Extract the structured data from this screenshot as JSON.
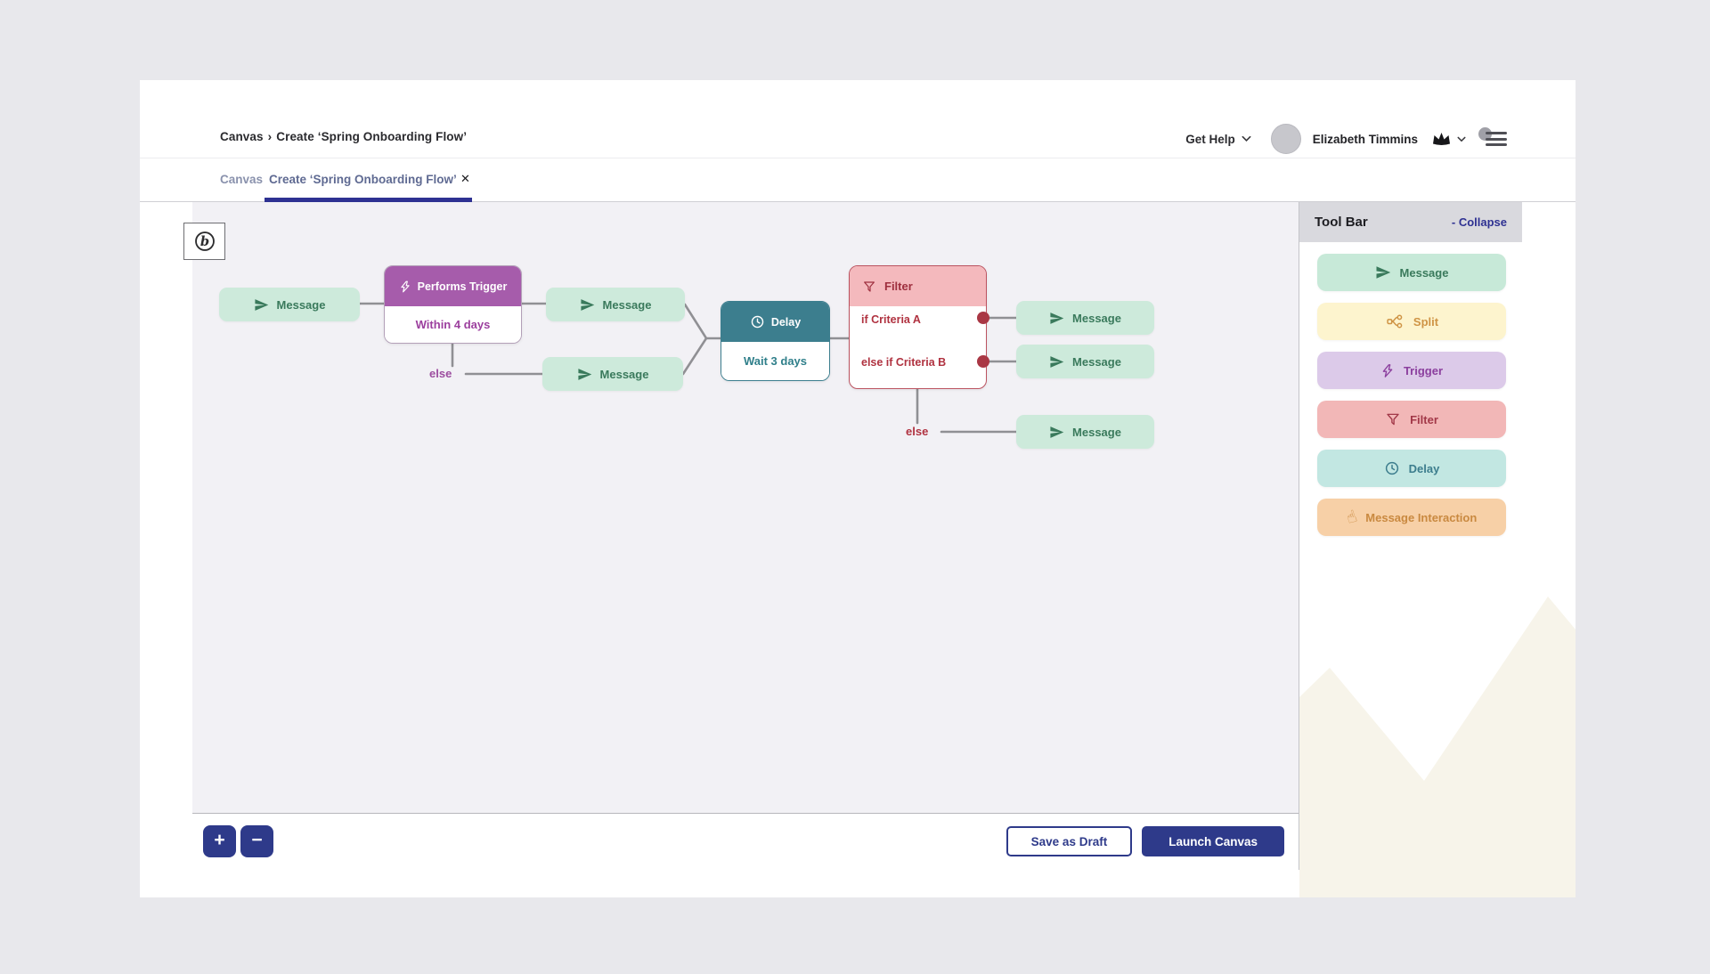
{
  "colors": {
    "accent_navy": "#2e3a8a",
    "tab_underline": "#2e3192",
    "canvas_bg": "#f2f1f5",
    "connector_gray": "#909094",
    "message_bg": "#cdeadb",
    "message_fg": "#3a7a5c",
    "trigger_header_bg": "#a65cab",
    "trigger_fg": "#9c3f9e",
    "trigger_light_bg": "#dccae9",
    "delay_header_bg": "#3c7e8e",
    "delay_fg": "#2f7f8a",
    "delay_light_bg": "#c2e7e2",
    "filter_header_bg": "#f4b9bd",
    "filter_fg": "#b03240",
    "filter_light_bg": "#f2b7b7",
    "split_bg": "#fdf4ce",
    "split_fg": "#cf9445",
    "interaction_bg": "#f7d0a7",
    "interaction_fg": "#c98940",
    "toolbar_header_bg": "#d9d9de"
  },
  "header": {
    "breadcrumb": [
      "Canvas",
      "Create ‘Spring Onboarding Flow’"
    ],
    "breadcrumb_separator": "›",
    "get_help_label": "Get Help",
    "user_name": "Elizabeth Timmins"
  },
  "tabs": {
    "canvas_tab": "Canvas",
    "active_tab": "Create ‘Spring Onboarding Flow’",
    "close_glyph": "✕"
  },
  "flow": {
    "logo_glyph": "b",
    "message_label": "Message",
    "trigger_title": "Performs Trigger",
    "trigger_body": "Within 4 days",
    "trigger_else": "else",
    "delay_title": "Delay",
    "delay_body": "Wait 3 days",
    "filter_title": "Filter",
    "filter_if": "if Criteria A",
    "filter_elseif": "else if Criteria B",
    "filter_else": "else"
  },
  "toolbar": {
    "title": "Tool Bar",
    "collapse_label": "- Collapse",
    "items": [
      {
        "label": "Message",
        "icon": "paper-plane-icon"
      },
      {
        "label": "Split",
        "icon": "split-icon"
      },
      {
        "label": "Trigger",
        "icon": "lightning-icon"
      },
      {
        "label": "Filter",
        "icon": "funnel-icon"
      },
      {
        "label": "Delay",
        "icon": "clock-icon"
      },
      {
        "label": "Message Interaction",
        "icon": "tap-hand-icon"
      }
    ]
  },
  "footer": {
    "zoom_in": "+",
    "zoom_out": "−",
    "save_draft": "Save as Draft",
    "launch": "Launch Canvas",
    "hand_glyph": "☝"
  }
}
